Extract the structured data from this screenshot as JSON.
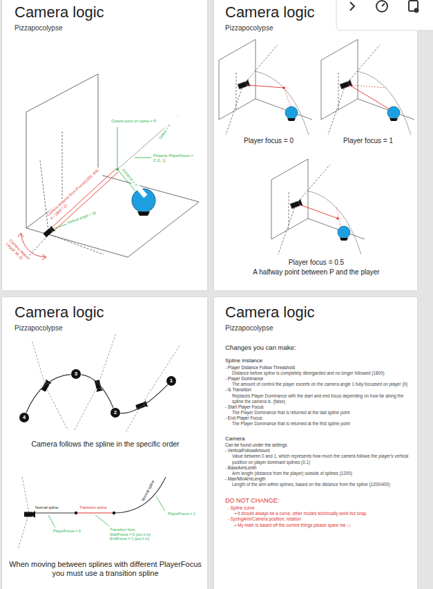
{
  "diagram": {
    "nodes": [
      {
        "text": [
          "Camera logic",
          "Pizzapocolypse"
        ]
      },
      {
        "text": [
          "Camera logic",
          "Pizzapocolypse"
        ]
      },
      {
        "text": [
          "Camera logic",
          "Pizzapocolypse"
        ]
      },
      {
        "text": [
          "4"
        ],
        "in": 2
      },
      {
        "text": [
          "3"
        ],
        "in": 2
      },
      {
        "text": [
          "2"
        ],
        "in": 2
      },
      {
        "text": [
          "1"
        ],
        "in": 2
      },
      {
        "text": [
          "Camera logic",
          "Pizzapocolypse"
        ]
      }
    ],
    "edges": [
      {
        "from": 3,
        "to": 4,
        "arrow": "none"
      },
      {
        "from": 4,
        "to": 5,
        "arrow": "none"
      },
      {
        "from": 5,
        "to": 6,
        "arrow": "none"
      }
    ],
    "labels": [
      "Closest point on spline = P",
      "Spline = Y",
      "Property PlayerFocus = Z (0, 1)",
      "Distance = X",
      "Camera distance from P Lerp(1200, 400, X / 1800 * Z)",
      "Vertical angle = W",
      "Camera rotation Lerp(P, W, Z)",
      "Player focus = 0",
      "Player focus = 1",
      "Player focus = 0.5",
      "A halfway point between P and the player",
      "Camera follows the spline in the specific order",
      "Normal spline",
      "Transition spline",
      "Normal spline",
      "PlayerFocus = 0",
      "Transition from StartFocus = 0 (put it in) EndFocus = 1 (put it in)",
      "PlayerFocus = 1",
      "When moving between splines with different PlayerFocus you must use a transition spline",
      "Changes you can make:",
      "Spline instance",
      "- Player Distance Follow Threashold",
      "Distance before spline is completely disregarded and no longer followed (1800)",
      "- Player Dominance",
      "The amount of control the player excerts on the camera angle 1 fully focussed on player (0)",
      "- Is Transition",
      "Replaces Player Dominance with the start and end focus depending on how far along the spline the camera is. (false)",
      "- Start Player Focus",
      "The Player Dominance that is returned at the last spline point",
      "- End Player Focus",
      "The Player Dominance that is returned at the first spline point",
      "Camera",
      "Can be found under the settings",
      "- VerticalFollowAmount",
      "Value between 0 and 1, which represents how much the camera follows the player's vertical position on player dominant splines (0.1)",
      "- BaseArmLenth",
      "Arm length (distance from the player) outside of splines (1200)",
      "- Max/MinArmLength",
      "Length of the arm within splines, based on the distance from the spline (1200/400)",
      "DO NOT CHANGE:",
      "- Spline curve",
      "• It should always be a curve, other modes techincally work but snap",
      "- SpringArm/Camera position, rotation",
      "• My math is based off the current things please spare me ;-;"
    ]
  }
}
